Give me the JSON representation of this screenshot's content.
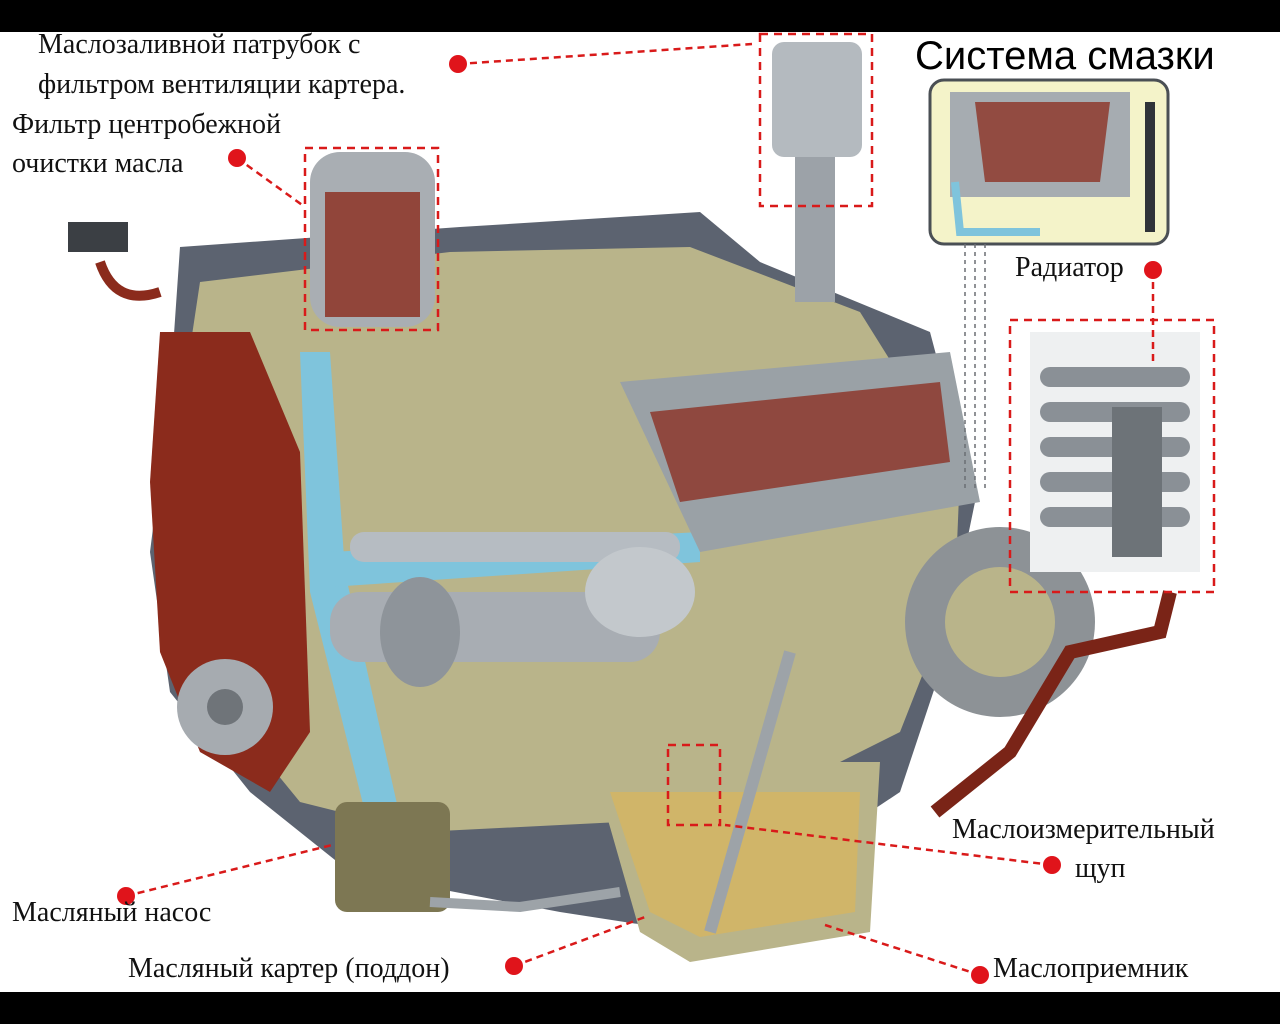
{
  "title": "Система смазки",
  "labels": {
    "oil_filler_line1": "Маслозаливной патрубок с",
    "oil_filler_line2": "фильтром вентиляции картера.",
    "centrifugal_filter_line1": "Фильтр центробежной",
    "centrifugal_filter_line2": "очистки масла",
    "radiator": "Радиатор",
    "dipstick_line1": "Маслоизмерительный",
    "dipstick_line2": "щуп",
    "oil_pump": "Масляный насос",
    "oil_pan": "Масляный картер (поддон)",
    "oil_intake": "Маслоприемник"
  },
  "colors": {
    "callout": "#e0141b",
    "engine_body": "#b9b48a",
    "engine_dark": "#5c6370",
    "oil_channel": "#7fc4dc",
    "oil_red": "#8b2b1c",
    "oil_yellow": "#d8b55e"
  }
}
